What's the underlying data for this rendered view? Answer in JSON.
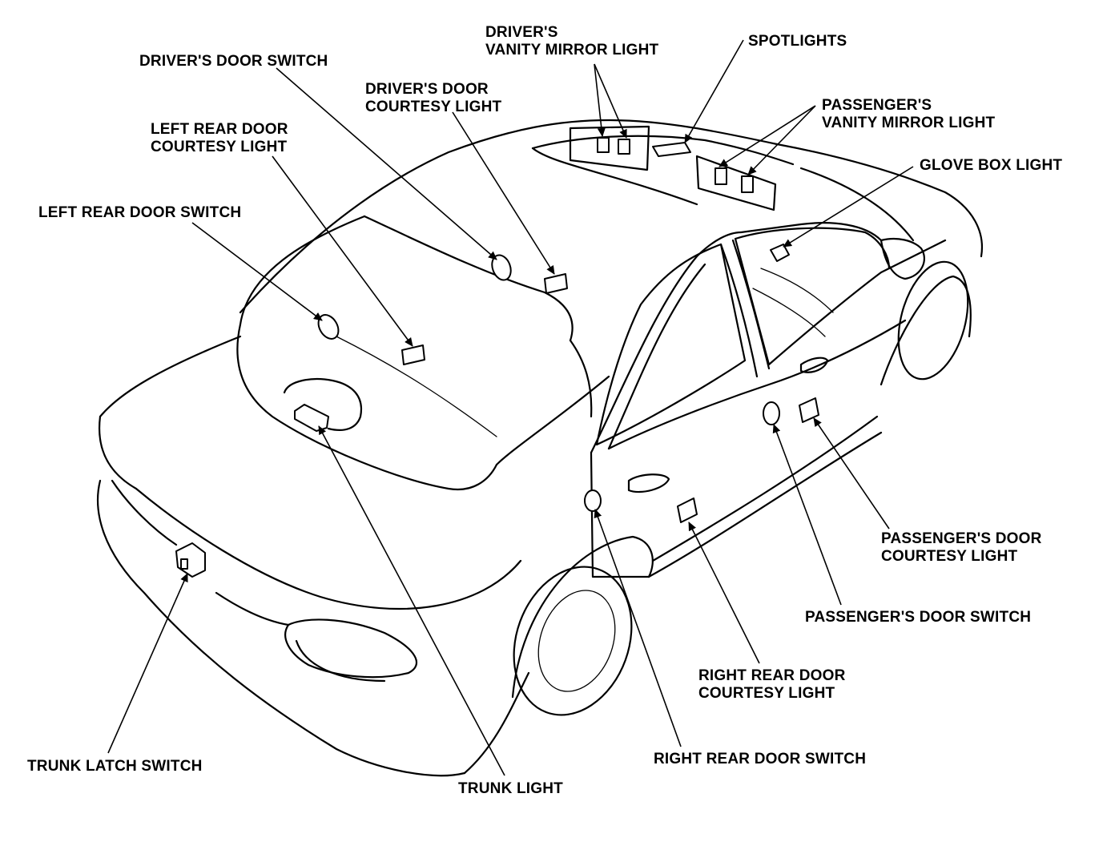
{
  "diagram": {
    "labels": {
      "drivers_vanity_mirror_light": [
        "DRIVER'S",
        "VANITY MIRROR LIGHT"
      ],
      "spotlights": [
        "SPOTLIGHTS"
      ],
      "drivers_door_switch": [
        "DRIVER'S DOOR SWITCH"
      ],
      "drivers_door_courtesy_light": [
        "DRIVER'S DOOR",
        "COURTESY LIGHT"
      ],
      "passengers_vanity_mirror_light": [
        "PASSENGER'S",
        "VANITY MIRROR LIGHT"
      ],
      "left_rear_door_courtesy_light": [
        "LEFT REAR DOOR",
        "COURTESY LIGHT"
      ],
      "glove_box_light": [
        "GLOVE BOX LIGHT"
      ],
      "left_rear_door_switch": [
        "LEFT REAR DOOR SWITCH"
      ],
      "passengers_door_courtesy_light": [
        "PASSENGER'S DOOR",
        "COURTESY LIGHT"
      ],
      "passengers_door_switch": [
        "PASSENGER'S DOOR SWITCH"
      ],
      "right_rear_door_courtesy_light": [
        "RIGHT REAR DOOR",
        "COURTESY LIGHT"
      ],
      "right_rear_door_switch": [
        "RIGHT REAR DOOR SWITCH"
      ],
      "trunk_latch_switch": [
        "TRUNK LATCH SWITCH"
      ],
      "trunk_light": [
        "TRUNK LIGHT"
      ]
    }
  }
}
